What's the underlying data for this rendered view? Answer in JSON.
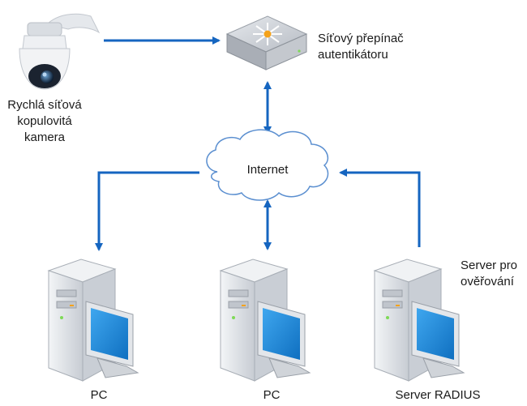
{
  "nodes": {
    "camera": {
      "label_lines": [
        "Rychlá síťová",
        "kopulovitá",
        "kamera"
      ],
      "icon": "ptz-dome-camera-icon"
    },
    "switch": {
      "label_lines": [
        "Síťový přepínač",
        "autentikátoru"
      ],
      "icon": "network-switch-icon"
    },
    "internet": {
      "label": "Internet",
      "icon": "cloud-icon"
    },
    "pc_left": {
      "label": "PC",
      "icon": "desktop-computer-icon"
    },
    "pc_center": {
      "label": "PC",
      "icon": "desktop-computer-icon"
    },
    "radius_server": {
      "label": "Server RADIUS",
      "note_lines": [
        "Server pro",
        "ověřování"
      ],
      "icon": "desktop-computer-icon"
    }
  },
  "connections": [
    {
      "from": "camera",
      "to": "switch",
      "direction": "to"
    },
    {
      "from": "switch",
      "to": "internet",
      "direction": "both"
    },
    {
      "from": "internet",
      "to": "pc_left",
      "direction": "to"
    },
    {
      "from": "internet",
      "to": "pc_center",
      "direction": "both"
    },
    {
      "from": "radius_server",
      "to": "internet",
      "direction": "to"
    }
  ],
  "colors": {
    "connector": "#1565c0",
    "cloud_fill": "#ffffff",
    "cloud_stroke": "#5b8fd0",
    "screen": "#1f8ad8",
    "case": "#dfe3e8",
    "switch_body": "#c9cdd3",
    "switch_light": "#f4a21a"
  }
}
